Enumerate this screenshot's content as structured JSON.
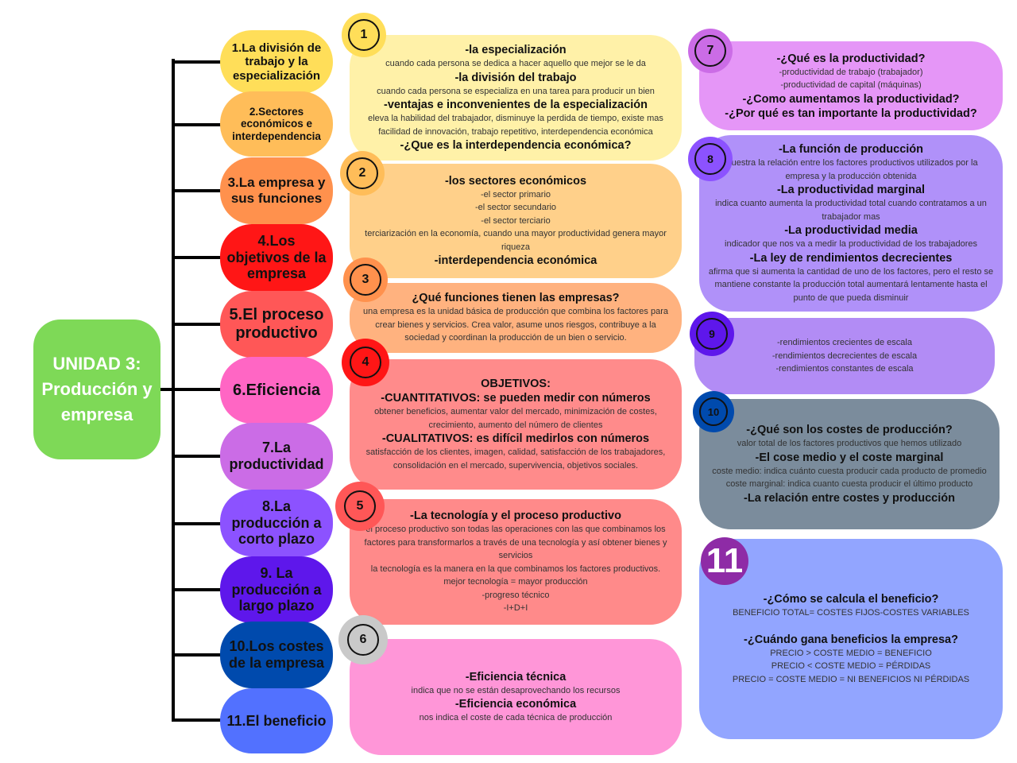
{
  "root": {
    "title": "UNIDAD 3: Producción y empresa"
  },
  "topics": [
    {
      "label": "1.La división de trabajo y la especialización"
    },
    {
      "label": "2.Sectores económicos e interdependencia"
    },
    {
      "label": "3.La empresa y sus funciones"
    },
    {
      "label": "4.Los objetivos de la empresa"
    },
    {
      "label": "5.El proceso productivo"
    },
    {
      "label": "6.Eficiencia"
    },
    {
      "label": "7.La productividad"
    },
    {
      "label": "8.La producción a corto plazo"
    },
    {
      "label": "9. La producción a largo plazo"
    },
    {
      "label": "10.Los costes de la empresa"
    },
    {
      "label": "11.El beneficio"
    }
  ],
  "badges": [
    "1",
    "2",
    "3",
    "4",
    "5",
    "6",
    "7",
    "8",
    "9",
    "10",
    "11"
  ],
  "boxes": {
    "b1": {
      "h1": "-la especialización",
      "t1": "cuando cada persona se dedica a hacer aquello que mejor se le da",
      "h2": "-la división del trabajo",
      "t2": "cuando cada persona se especializa en una tarea para producir un bien",
      "h3": "-ventajas e inconvenientes de la especialización",
      "t3": "eleva la habilidad del trabajador, disminuye la perdida de tiempo, existe mas facilidad de innovación, trabajo repetitivo, interdependencia económica",
      "h4": "-¿Que es la interdependencia económica?"
    },
    "b2": {
      "h1": "-los sectores económicos",
      "t1": "-el sector primario",
      "t2": "-el sector secundario",
      "t3": "-el sector terciario",
      "t4": "terciarización en la economía, cuando una mayor productividad genera mayor riqueza",
      "h2": "-interdependencia económica"
    },
    "b3": {
      "h1": "¿Qué funciones tienen las empresas?",
      "t1": "una empresa es la unidad básica de producción que combina los factores para crear bienes y servicios. Crea valor, asume unos riesgos, contribuye a la sociedad y coordinan la producción de un bien o servicio."
    },
    "b4": {
      "h1": "OBJETIVOS:",
      "h2": "-CUANTITATIVOS: se pueden medir con números",
      "t1": "obtener beneficios, aumentar valor del mercado, minimización de costes, crecimiento, aumento del número de clientes",
      "h3": "-CUALITATIVOS: es difícil medirlos con números",
      "t2": "satisfacción de los clientes, imagen, calidad, satisfacción de los trabajadores, consolidación en el mercado, supervivencia, objetivos sociales."
    },
    "b5": {
      "h1": "-La tecnología y el proceso productivo",
      "t1": "el proceso productivo son todas las operaciones con las que combinamos los factores para transformarlos a través de una tecnología y así obtener bienes y servicios",
      "t2": "la tecnología es la manera en la que combinamos los factores productivos.",
      "t3": "mejor tecnología = mayor producción",
      "t4": "-progreso técnico",
      "t5": "-I+D+I"
    },
    "b6": {
      "h1": "-Eficiencia técnica",
      "t1": "indica que no se están desaprovechando los recursos",
      "h2": "-Eficiencia económica",
      "t2": "nos indica el coste de cada técnica de producción"
    },
    "b7": {
      "h1": "-¿Qué es la productividad?",
      "t1": "-productividad de trabajo (trabajador)",
      "t2": "-productividad de capital (máquinas)",
      "h2": "-¿Como aumentamos la productividad?",
      "h3": "-¿Por qué es tan importante la productividad?"
    },
    "b8": {
      "h1": "-La función de producción",
      "t1": "muestra la relación entre los factores productivos utilizados por la empresa y la producción obtenida",
      "h2": "-La productividad marginal",
      "t2": "indica cuanto aumenta la productividad total cuando contratamos a un trabajador mas",
      "h3": "-La productividad media",
      "t3": "indicador que nos va a medir la productividad de los trabajadores",
      "h4": "-La ley de rendimientos decrecientes",
      "t4": "afirma que si aumenta la cantidad de uno de los factores, pero el resto se mantiene constante la producción total aumentará lentamente hasta el punto de que pueda disminuir"
    },
    "b9": {
      "t1": "-rendimientos crecientes de escala",
      "t2": "-rendimientos decrecientes de escala",
      "t3": "-rendimientos constantes de escala"
    },
    "b10": {
      "h1": "-¿Qué son los costes de producción?",
      "t1": "valor total de los factores productivos que hemos utilizado",
      "h2": "-El cose medio y el coste marginal",
      "t2": "coste medio: indica cuánto cuesta producir cada producto de promedio",
      "t3": "coste marginal: indica cuanto cuesta producir el último producto",
      "h3": "-La relación entre costes y producción"
    },
    "b11": {
      "h1": "-¿Cómo se calcula el beneficio?",
      "t1": "BENEFICIO TOTAL= COSTES FIJOS-COSTES VARIABLES",
      "h2": "-¿Cuándo gana beneficios la empresa?",
      "t2": "PRECIO > COSTE MEDIO = BENEFICIO",
      "t3": "PRECIO < COSTE MEDIO = PÉRDIDAS",
      "t4": "PRECIO = COSTE MEDIO = NI BENEFICIOS NI PÉRDIDAS"
    }
  },
  "colors": {
    "root": "#7ed957",
    "topic1": "#ffde59",
    "topic2": "#ffbd59",
    "topic3": "#ff914d",
    "topic4": "#ff1616",
    "topic5": "#ff5757",
    "topic6": "#ff66c4",
    "topic7": "#cb6ce6",
    "topic8": "#8c52ff",
    "topic9": "#5e17eb",
    "topic10": "#004aad",
    "topic11": "#5271ff",
    "box1": "#fff1a8",
    "box2": "#ffd08a",
    "box3": "#ffb27f",
    "box4": "#ff8b8b",
    "box5": "#ff8a8a",
    "box6": "#ff96d8",
    "box7": "#e596f7",
    "box8": "#b091f9",
    "box9": "#b28cf5",
    "box10": "#7b8c9c",
    "box11": "#92a5ff"
  }
}
